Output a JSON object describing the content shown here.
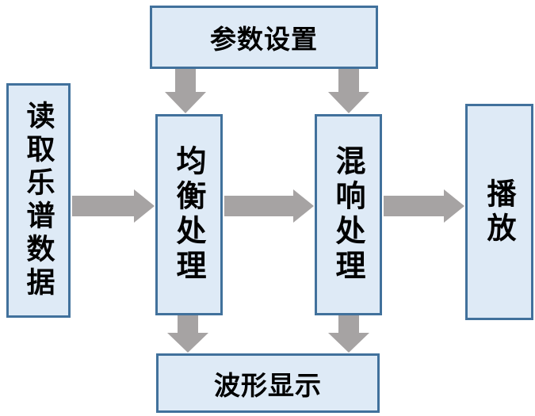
{
  "nodes": {
    "param_settings": {
      "label": "参数设置"
    },
    "read_score_data": {
      "label": "读取乐谱数据"
    },
    "equalization": {
      "label": "均衡处理"
    },
    "reverb": {
      "label": "混响处理"
    },
    "play": {
      "label": "播放"
    },
    "waveform_display": {
      "label": "波形显示"
    }
  },
  "edges": [
    {
      "from": "参数设置",
      "to": "均衡处理"
    },
    {
      "from": "参数设置",
      "to": "混响处理"
    },
    {
      "from": "读取乐谱数据",
      "to": "均衡处理"
    },
    {
      "from": "均衡处理",
      "to": "混响处理"
    },
    {
      "from": "混响处理",
      "to": "播放"
    },
    {
      "from": "均衡处理",
      "to": "波形显示"
    },
    {
      "from": "混响处理",
      "to": "波形显示"
    }
  ],
  "colors": {
    "node_fill": "#deeaf6",
    "node_border": "#41719c",
    "arrow_fill": "#a6a3a3",
    "text": "#000000",
    "background": "#ffffff"
  }
}
